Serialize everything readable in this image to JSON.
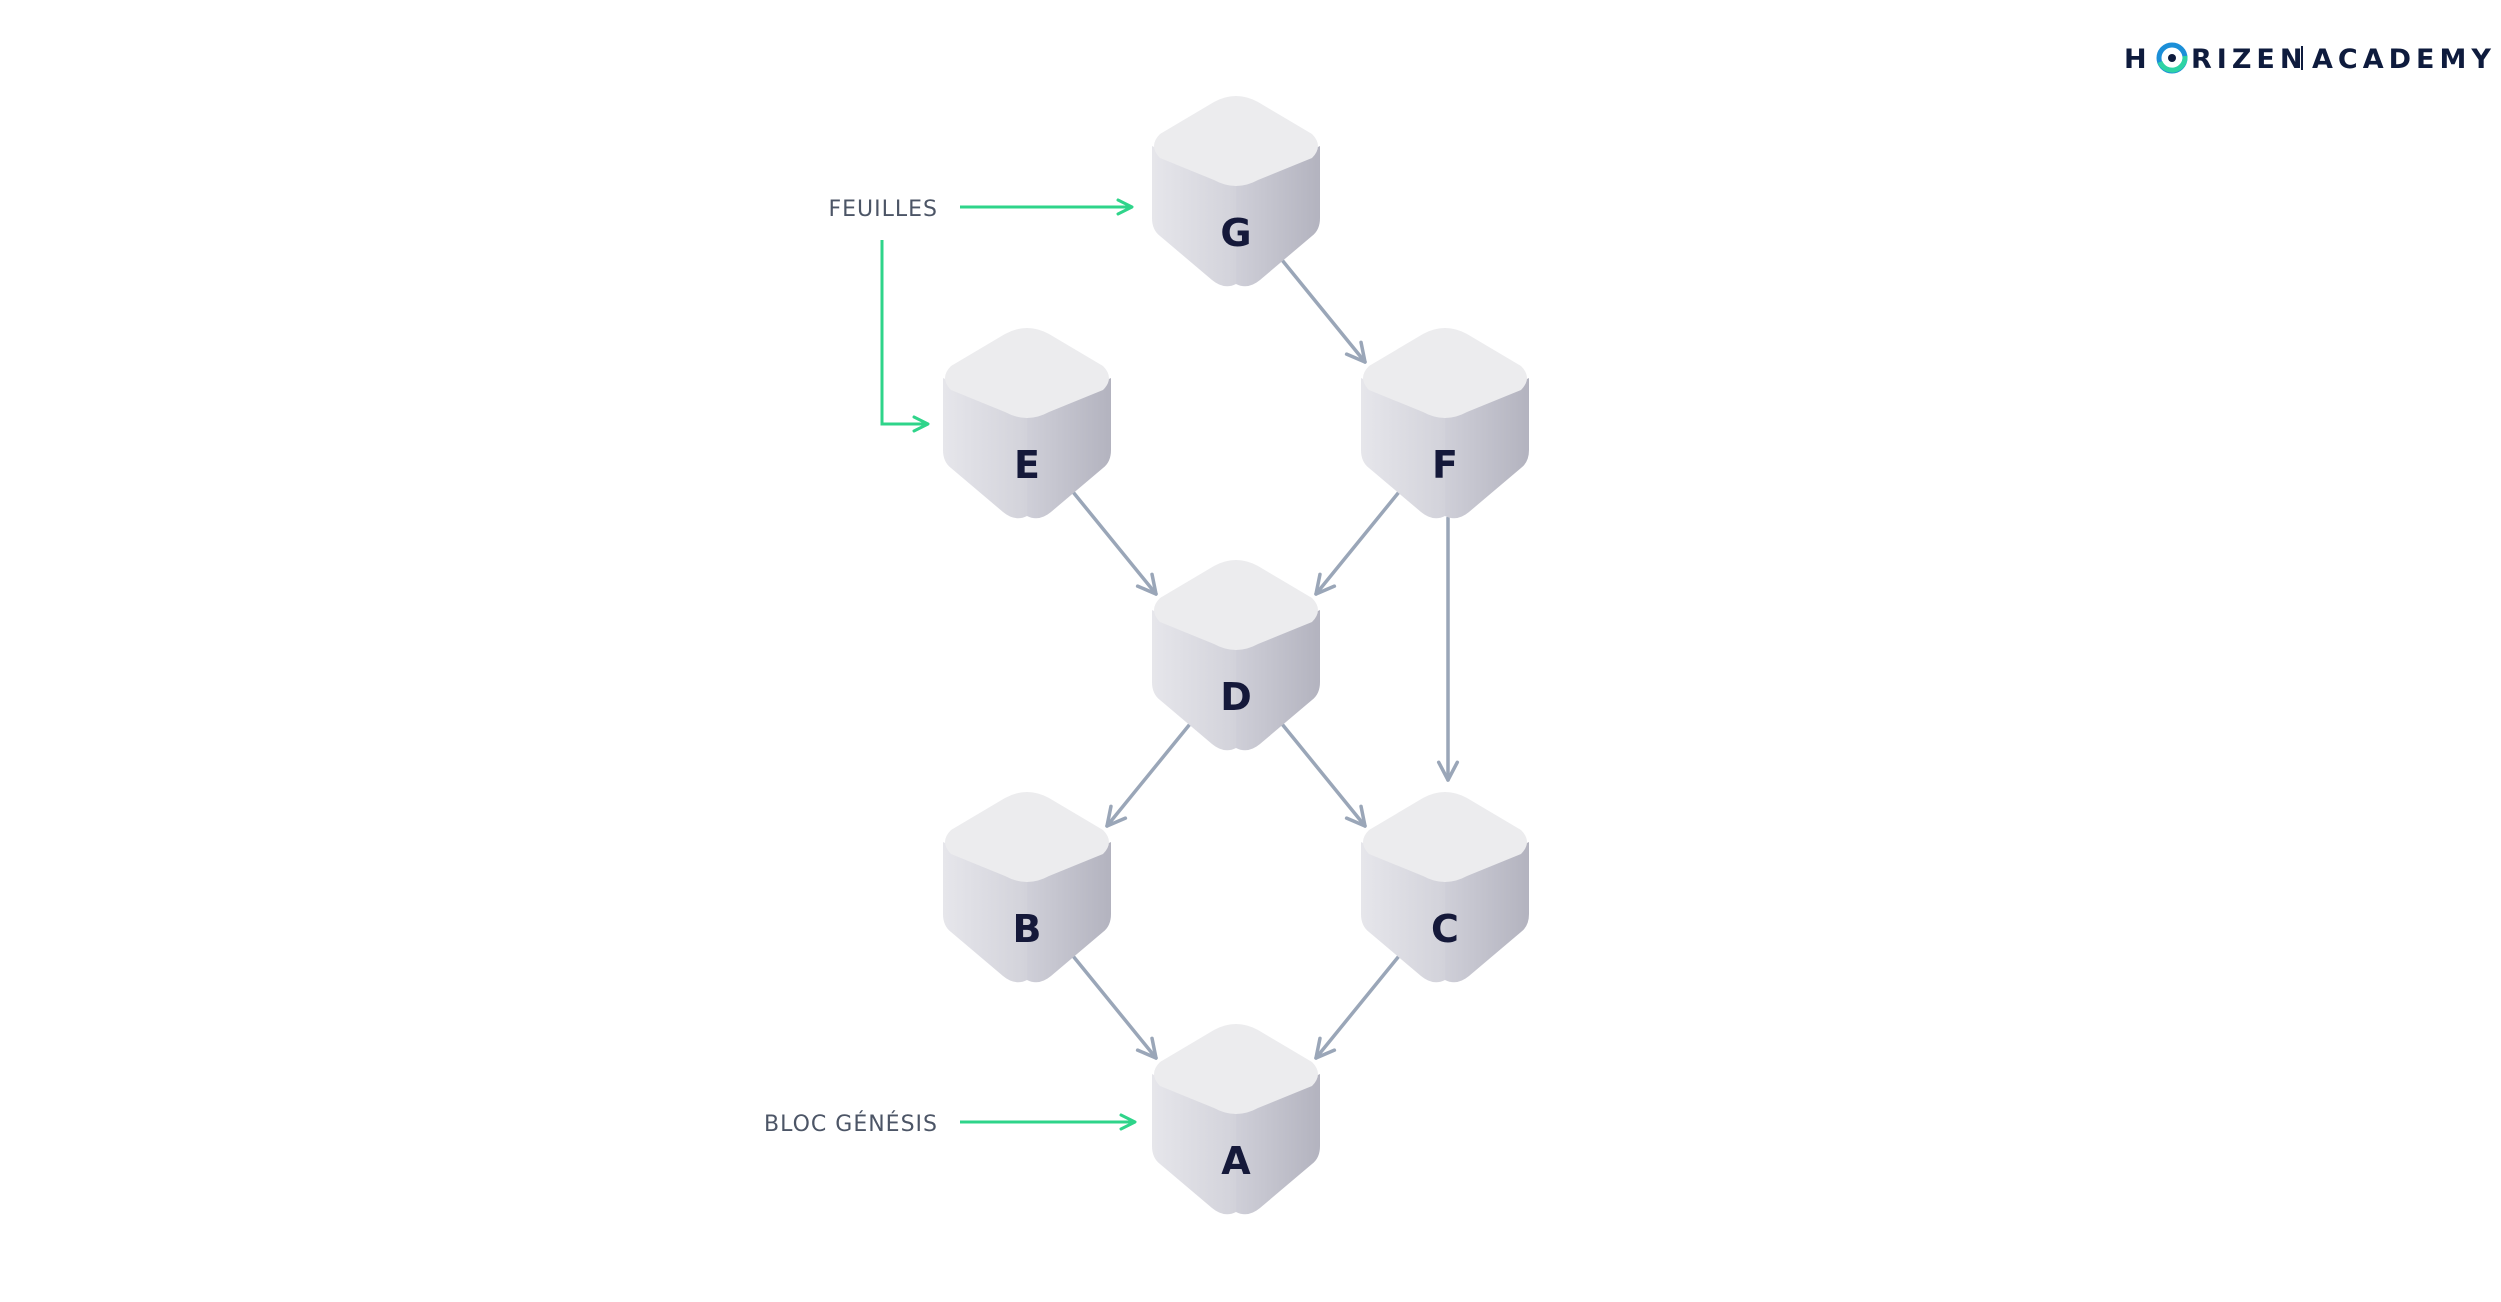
{
  "brand": {
    "logo_left": "H",
    "logo_rest": "RIZEN",
    "logo_right": "ACADEMY",
    "colors": {
      "navy": "#0e1b3d",
      "blue": "#1c8fd8",
      "teal": "#2ed3a4"
    }
  },
  "labels": {
    "leaves": "FEUILLES",
    "genesis": "BLOC GÉNÉSIS"
  },
  "blocks": [
    {
      "id": "G",
      "label": "G"
    },
    {
      "id": "E",
      "label": "E"
    },
    {
      "id": "F",
      "label": "F"
    },
    {
      "id": "D",
      "label": "D"
    },
    {
      "id": "B",
      "label": "B"
    },
    {
      "id": "C",
      "label": "C"
    },
    {
      "id": "A",
      "label": "A"
    }
  ],
  "edges": [
    [
      "G",
      "F"
    ],
    [
      "E",
      "D"
    ],
    [
      "F",
      "D"
    ],
    [
      "F",
      "C"
    ],
    [
      "D",
      "B"
    ],
    [
      "D",
      "C"
    ],
    [
      "B",
      "A"
    ],
    [
      "C",
      "A"
    ]
  ],
  "colors": {
    "edge": "#9aa6b8",
    "pointer": "#2fd48a",
    "block_top": "#ececee",
    "block_left": "#dcdce3",
    "block_right": "#b9b9c4",
    "label": "#15193a"
  }
}
